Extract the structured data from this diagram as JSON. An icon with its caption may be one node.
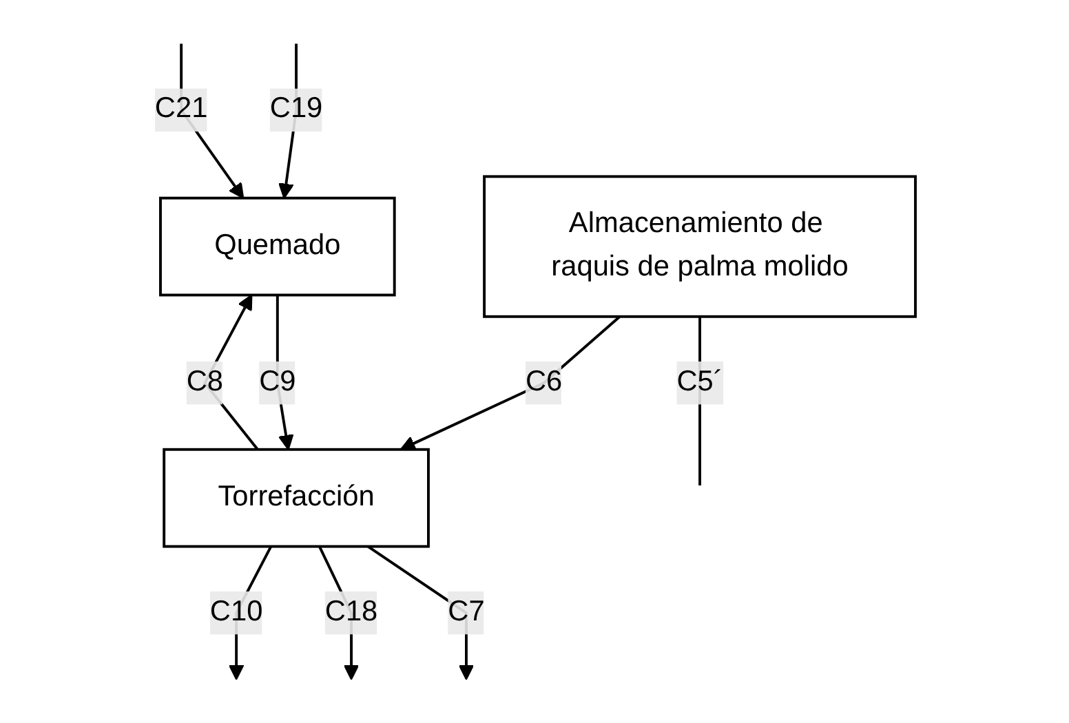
{
  "diagram": {
    "nodes": [
      {
        "text": [
          "Quemado"
        ]
      },
      {
        "text": [
          "Almacenamiento de raquis de palma molido"
        ]
      },
      {
        "text": [
          "Torrefacción"
        ]
      }
    ],
    "edges": [
      {
        "from": null,
        "to": 0,
        "arrow": "to",
        "label": "C19"
      },
      {
        "from": null,
        "to": 0,
        "arrow": "to",
        "label": "C21"
      },
      {
        "from": 1,
        "to": null,
        "arrow": "none",
        "label": "C5´"
      },
      {
        "from": 2,
        "to": 0,
        "arrow": "to",
        "label": "C8"
      },
      {
        "from": 2,
        "to": null,
        "arrow": "to",
        "label": "C10"
      },
      {
        "from": 2,
        "to": null,
        "arrow": "to",
        "label": "C18"
      },
      {
        "from": 1,
        "to": 2,
        "arrow": "to",
        "label": "C6"
      },
      {
        "from": 2,
        "to": null,
        "arrow": "to",
        "label": "C7"
      },
      {
        "from": 0,
        "to": 2,
        "arrow": "to",
        "label": "C9"
      }
    ]
  }
}
